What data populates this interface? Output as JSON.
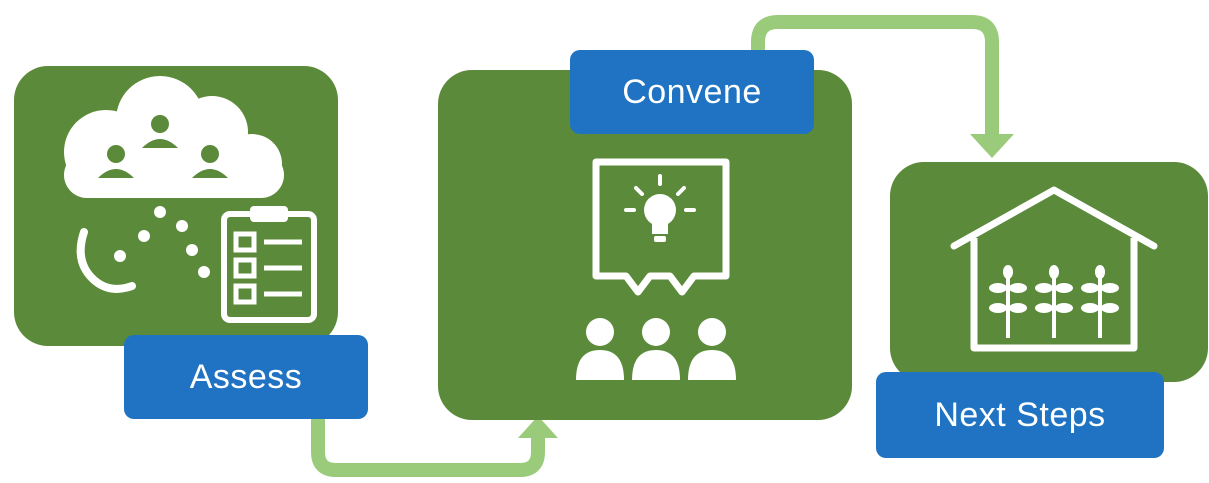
{
  "steps": [
    {
      "id": "assess",
      "label": "Assess",
      "icon": "cloud-people-phone-clipboard-icon"
    },
    {
      "id": "convene",
      "label": "Convene",
      "icon": "presentation-lightbulb-audience-icon"
    },
    {
      "id": "next",
      "label": "Next Steps",
      "icon": "greenhouse-plants-icon"
    }
  ],
  "colors": {
    "box_green": "#5b8a3a",
    "label_blue": "#1f73c2",
    "arrow_green": "#9acb7a",
    "icon_white": "#ffffff"
  }
}
